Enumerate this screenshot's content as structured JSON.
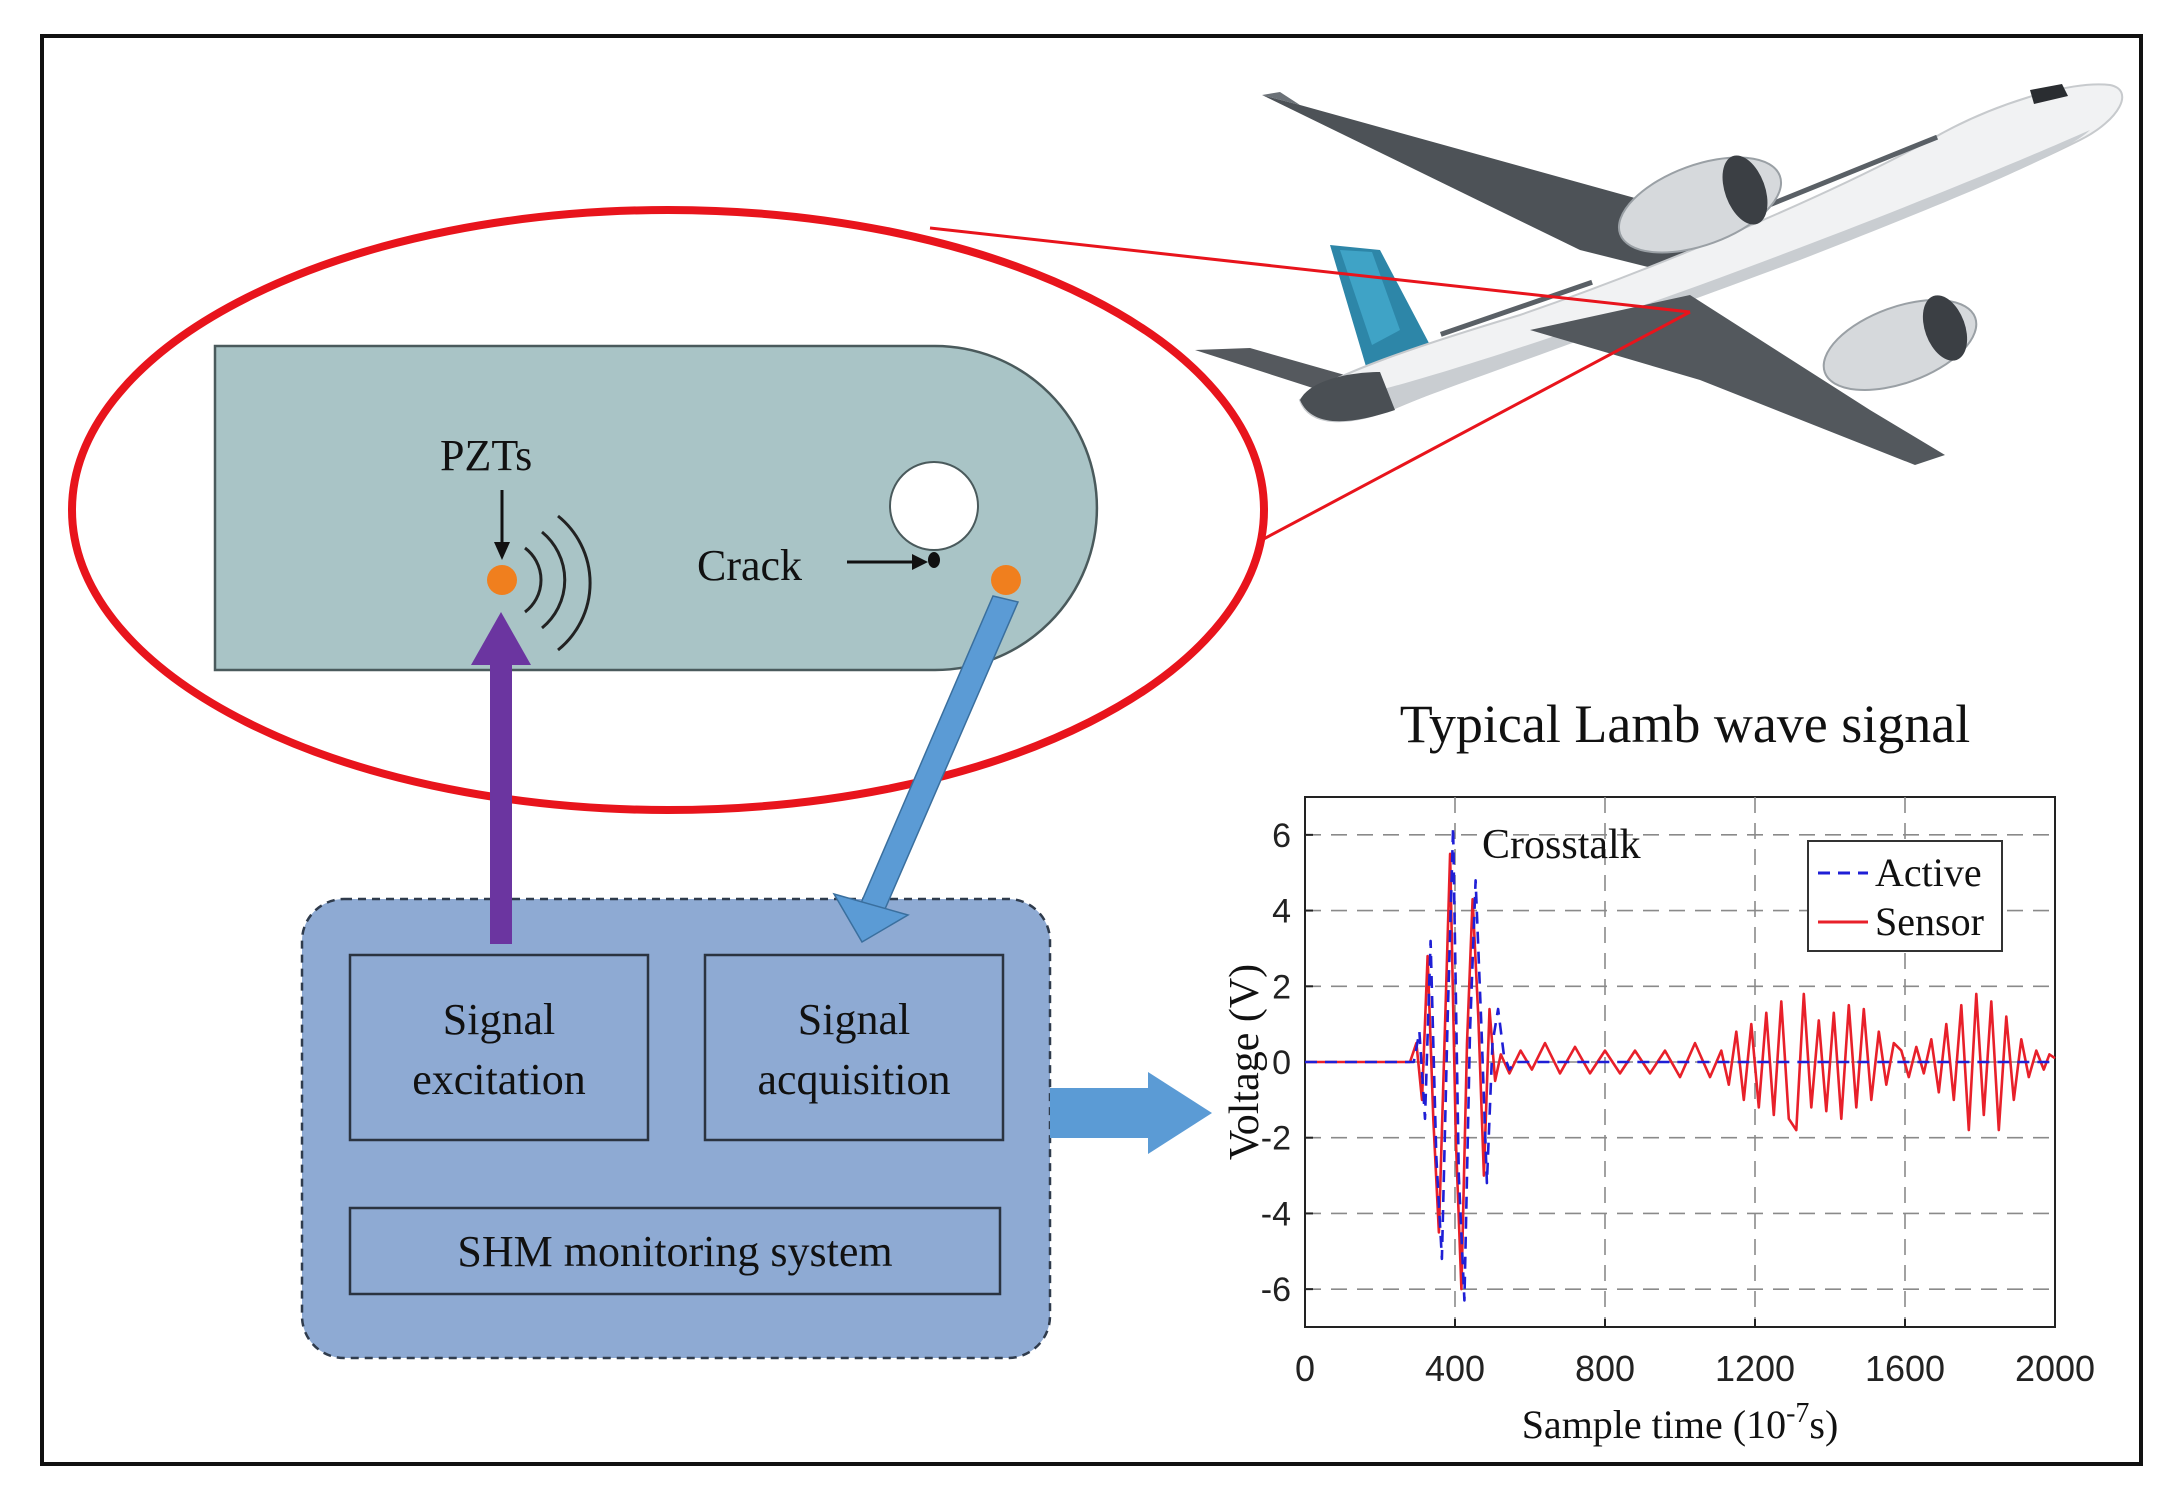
{
  "diagram": {
    "plate": {
      "sensor_label": "PZTs",
      "crack_label": "Crack"
    },
    "system": {
      "excitation_label_line1": "Signal",
      "excitation_label_line2": "excitation",
      "acquisition_label_line1": "Signal",
      "acquisition_label_line2": "acquisition",
      "system_label": "SHM monitoring system"
    },
    "colors": {
      "ellipse": "#e8141c",
      "plate": "#a9c4c6",
      "pzt": "#f07f1e",
      "excitation_arrow": "#6b35a0",
      "acquisition_arrow": "#5b9bd5",
      "system_box": "#8eaad3",
      "output_arrow": "#5b9bd5"
    },
    "icons": [
      "airplane-icon",
      "crack-icon"
    ]
  },
  "chart_data": {
    "type": "line",
    "title": "Typical Lamb wave signal",
    "xlabel": "Sample time (10",
    "xlabel_sup": "-7",
    "xlabel_tail": "s)",
    "ylabel": "Voltage (V)",
    "xlim": [
      0,
      2000
    ],
    "ylim": [
      -7,
      7
    ],
    "xticks": [
      0,
      400,
      800,
      1200,
      1600,
      2000
    ],
    "yticks": [
      6,
      4,
      2,
      0,
      -2,
      -4,
      -6
    ],
    "grid": true,
    "legend_position": "top-right",
    "annotation": "Crosstalk",
    "series": [
      {
        "name": "Active",
        "color": "#1f1fd6",
        "style": "dashed",
        "x": [
          0,
          290,
          305,
          320,
          335,
          350,
          365,
          380,
          395,
          410,
          425,
          440,
          455,
          470,
          485,
          500,
          515,
          530,
          545,
          560,
          2000
        ],
        "y": [
          0,
          0,
          0.8,
          -1.5,
          3.2,
          -2.5,
          -5.2,
          1.0,
          6.2,
          -3.0,
          -6.3,
          0.8,
          4.8,
          1.0,
          -3.2,
          0.5,
          1.4,
          0.2,
          -0.2,
          0,
          0
        ]
      },
      {
        "name": "Sensor",
        "color": "#e8202a",
        "style": "solid",
        "x": [
          0,
          280,
          297,
          312,
          327,
          342,
          357,
          372,
          387,
          402,
          417,
          432,
          447,
          462,
          477,
          492,
          507,
          522,
          545,
          575,
          605,
          640,
          680,
          720,
          760,
          800,
          840,
          880,
          920,
          960,
          1000,
          1040,
          1080,
          1110,
          1130,
          1150,
          1170,
          1190,
          1210,
          1230,
          1250,
          1270,
          1290,
          1310,
          1330,
          1350,
          1370,
          1390,
          1410,
          1430,
          1450,
          1470,
          1490,
          1510,
          1530,
          1550,
          1570,
          1590,
          1610,
          1630,
          1650,
          1670,
          1690,
          1710,
          1730,
          1750,
          1770,
          1790,
          1810,
          1830,
          1850,
          1870,
          1890,
          1910,
          1930,
          1950,
          1970,
          1985,
          2000
        ],
        "y": [
          0,
          0,
          0.5,
          -1.0,
          2.8,
          -1.5,
          -4.5,
          0.5,
          5.5,
          -2.0,
          -6.0,
          0.5,
          4.3,
          1.2,
          -3.0,
          1.4,
          -0.5,
          0.2,
          -0.3,
          0.3,
          -0.2,
          0.5,
          -0.3,
          0.4,
          -0.3,
          0.3,
          -0.3,
          0.3,
          -0.3,
          0.3,
          -0.4,
          0.5,
          -0.4,
          0.3,
          -0.6,
          0.8,
          -1.0,
          1.0,
          -1.2,
          1.3,
          -1.4,
          1.6,
          -1.5,
          -1.8,
          1.8,
          -1.2,
          1.1,
          -1.3,
          1.3,
          -1.5,
          1.5,
          -1.2,
          1.4,
          -1.0,
          0.8,
          -0.6,
          0.5,
          0.3,
          -0.4,
          0.4,
          -0.3,
          0.6,
          -0.8,
          1.0,
          -1.0,
          1.5,
          -1.8,
          1.8,
          -1.4,
          1.6,
          -1.8,
          1.2,
          -1.0,
          0.6,
          -0.4,
          0.3,
          -0.2,
          0.2,
          0.1
        ]
      }
    ]
  }
}
